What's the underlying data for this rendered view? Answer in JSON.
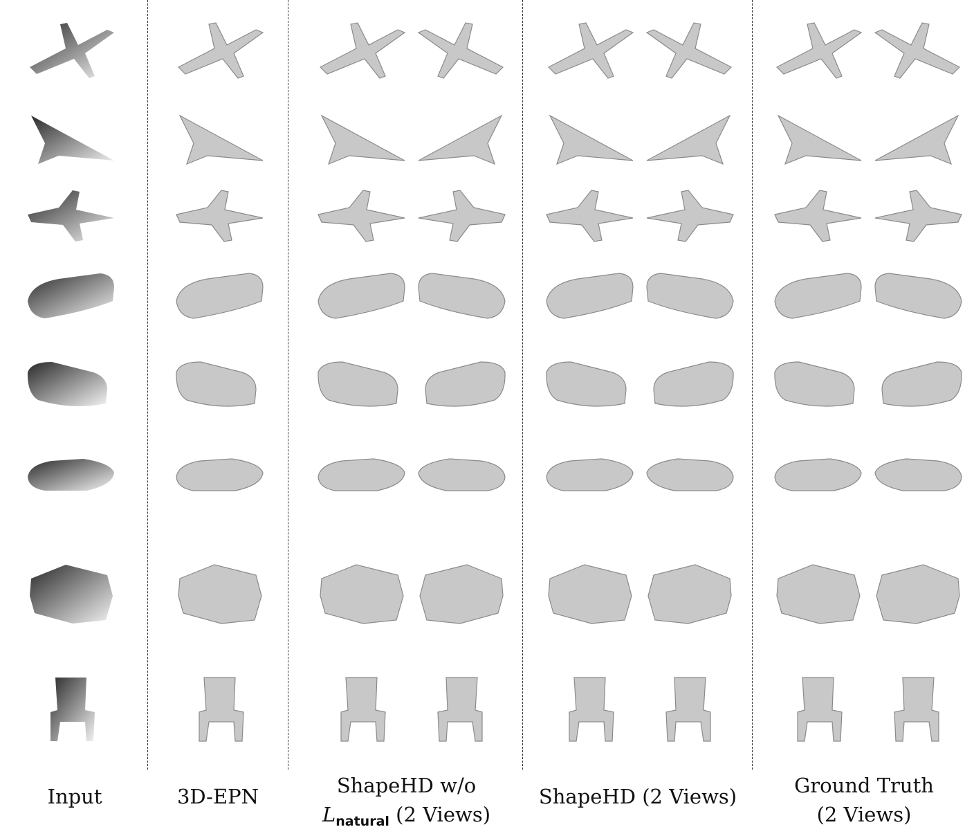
{
  "columns": [
    {
      "id": "input",
      "lines": [
        "Input"
      ]
    },
    {
      "id": "epn",
      "lines": [
        "3D-EPN"
      ]
    },
    {
      "id": "shapehd_wo",
      "line1": "ShapeHD w/o",
      "line2_symbol": "L",
      "line2_sub": "natural",
      "line2_rest": " (2 Views)"
    },
    {
      "id": "shapehd",
      "lines": [
        "ShapeHD (2 Views)"
      ]
    },
    {
      "id": "gt",
      "lines": [
        "Ground Truth",
        "(2 Views)"
      ]
    }
  ],
  "rows": [
    "airplane",
    "jet",
    "fighter",
    "car",
    "suv",
    "convertible",
    "sofa",
    "chair"
  ],
  "colors": {
    "background": "#ffffff",
    "depth_light": "#f2f2f2",
    "depth_dark": "#2a2a2a",
    "render_fill": "#c8c8c8",
    "render_edge": "#8a8a8a",
    "separator": "#333333"
  },
  "icons": {
    "airplane": "airplane-shape-icon",
    "jet": "delta-jet-shape-icon",
    "fighter": "fighter-jet-shape-icon",
    "car": "car-shape-icon",
    "suv": "suv-shape-icon",
    "convertible": "convertible-shape-icon",
    "sofa": "sofa-shape-icon",
    "chair": "chair-shape-icon"
  }
}
